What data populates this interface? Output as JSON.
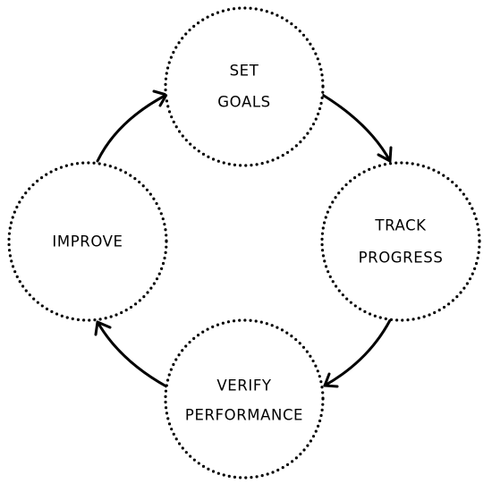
{
  "diagram": {
    "nodes": [
      {
        "id": "set-goals",
        "lines": [
          "SET",
          "GOALS"
        ]
      },
      {
        "id": "track-progress",
        "lines": [
          "TRACK",
          "PROGRESS"
        ]
      },
      {
        "id": "verify-performance",
        "lines": [
          "VERIFY",
          "PERFORMANCE"
        ]
      },
      {
        "id": "improve",
        "lines": [
          "IMPROVE"
        ]
      }
    ],
    "edges": [
      {
        "from": "set-goals",
        "to": "track-progress"
      },
      {
        "from": "track-progress",
        "to": "verify-performance"
      },
      {
        "from": "verify-performance",
        "to": "improve"
      },
      {
        "from": "improve",
        "to": "set-goals"
      }
    ],
    "colors": {
      "stroke": "#000000",
      "background": "#ffffff",
      "text": "#000000"
    }
  }
}
